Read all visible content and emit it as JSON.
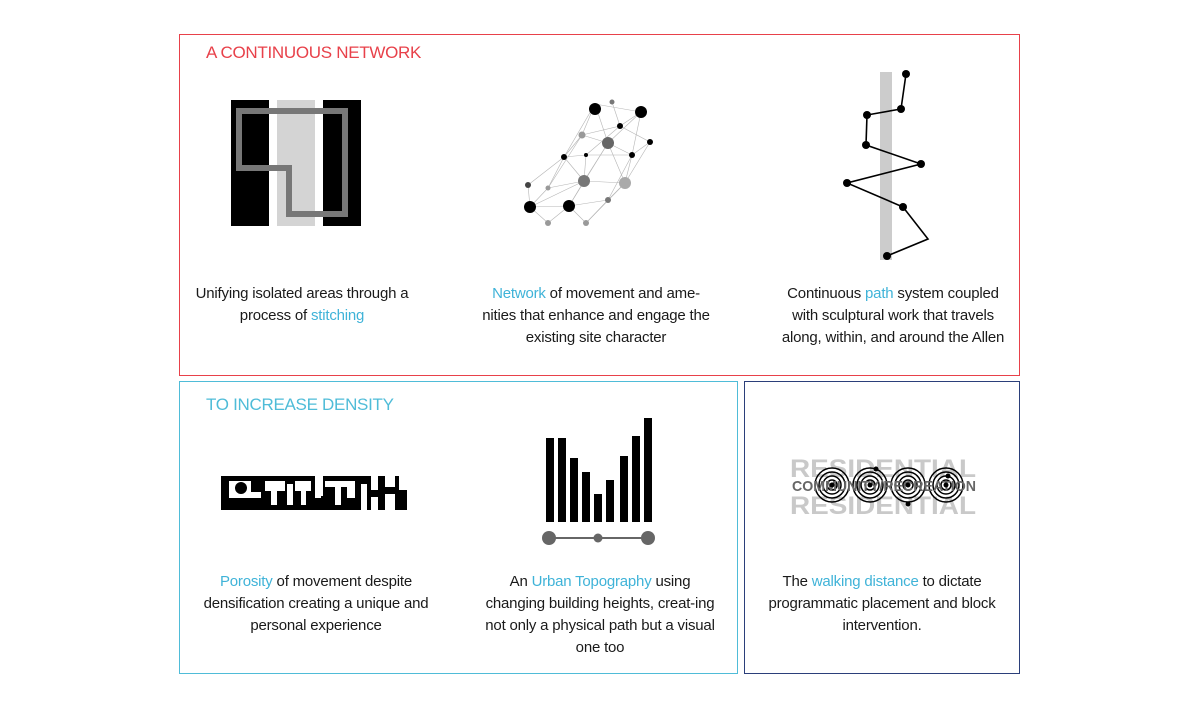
{
  "colors": {
    "network_border": "#e8414a",
    "density_border": "#4fbcd8",
    "walking_border": "#2b3f7a",
    "highlight": "#3fb3d8"
  },
  "network": {
    "heading": "A CONTINUOUS NETWORK",
    "panels": [
      {
        "caption_pre": "Unifying isolated areas through  a process of ",
        "caption_hl": "stitching",
        "caption_post": ""
      },
      {
        "caption_pre": "",
        "caption_hl": "Network",
        "caption_post": " of movement and ame-nities that enhance and engage the existing site character"
      },
      {
        "caption_pre": "Continuous ",
        "caption_hl": "path",
        "caption_post": " system coupled with sculptural work that travels along, within, and around the Allen"
      }
    ]
  },
  "density": {
    "heading": "TO INCREASE DENSITY",
    "panels": [
      {
        "caption_pre": "",
        "caption_hl": "Porosity",
        "caption_post": " of movement despite densification creating a unique and personal experience"
      },
      {
        "caption_pre": "An ",
        "caption_hl": "Urban Topography",
        "caption_post": " using changing building heights, creat-ing not only a physical path but a visual one too"
      }
    ]
  },
  "walking": {
    "caption_pre": "The ",
    "caption_hl": "walking distance",
    "caption_post": " to dictate programmatic placement and block intervention.",
    "diagram_labels": {
      "top": "RESIDENTIAL",
      "middle": "COMMUNITY/RECREATION",
      "bottom": "RESIDENTIAL"
    }
  }
}
